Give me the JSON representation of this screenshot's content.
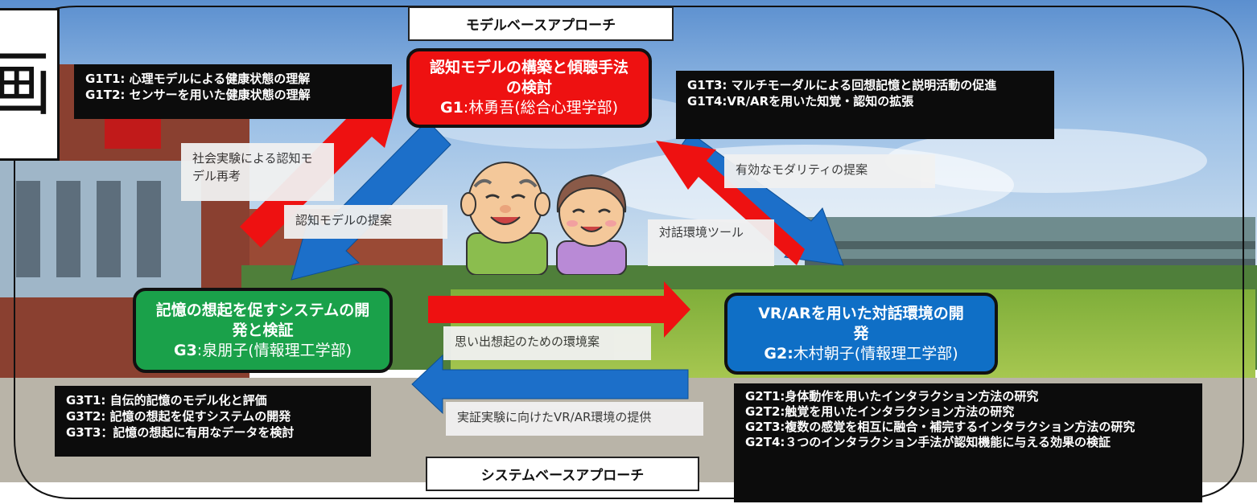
{
  "corner_char": "画",
  "top_label": "モデルベースアプローチ",
  "bottom_label": "システムベースアプローチ",
  "g1": {
    "title": "認知モデルの構築と傾聴手法の検討",
    "code": "G1",
    "person": ":林勇吾(総合心理学部)",
    "tasks_left": [
      "G1T1: 心理モデルによる健康状態の理解",
      "G1T2: センサーを用いた健康状態の理解"
    ],
    "tasks_right": [
      "G1T3: マルチモーダルによる回想記憶と説明活動の促進",
      "G1T4:VR/ARを用いた知覚・認知の拡張"
    ]
  },
  "g2": {
    "title": "VR/ARを用いた対話環境の開発",
    "code": "G2:",
    "person": "木村朝子(情報理工学部)",
    "tasks": [
      "G2T1:身体動作を用いたインタラクション方法の研究",
      "G2T2:触覚を用いたインタラクション方法の研究",
      "G2T3:複数の感覚を相互に融合・補完するインタラクション方法の研究",
      "G2T4:３つのインタラクション手法が認知機能に与える効果の検証"
    ]
  },
  "g3": {
    "title": "記憶の想起を促すシステムの開発と検証",
    "code": "G3",
    "person": ":泉朋子(情報理工学部)",
    "tasks": [
      "G3T1: 自伝的記憶のモデル化と評価",
      "G3T2: 記憶の想起を促すシステムの開発",
      "G3T3：記憶の想起に有用なデータを検討"
    ]
  },
  "arrows": {
    "g3_to_g1": "社会実験による認知モデル再考",
    "g1_to_g3": "認知モデルの提案",
    "g1_to_g2": "有効なモダリティの提案",
    "g2_to_g1": "対話環境ツール",
    "g3_to_g2": "思い出想起のための環境案",
    "g2_to_g3": "実証実験に向けたVR/AR環境の提供"
  },
  "colors": {
    "g1": "#ee1111",
    "g2": "#0f6fc6",
    "g3": "#1aa14a",
    "red_arrow": "#ee1111",
    "blue_arrow": "#1c6fc9"
  }
}
